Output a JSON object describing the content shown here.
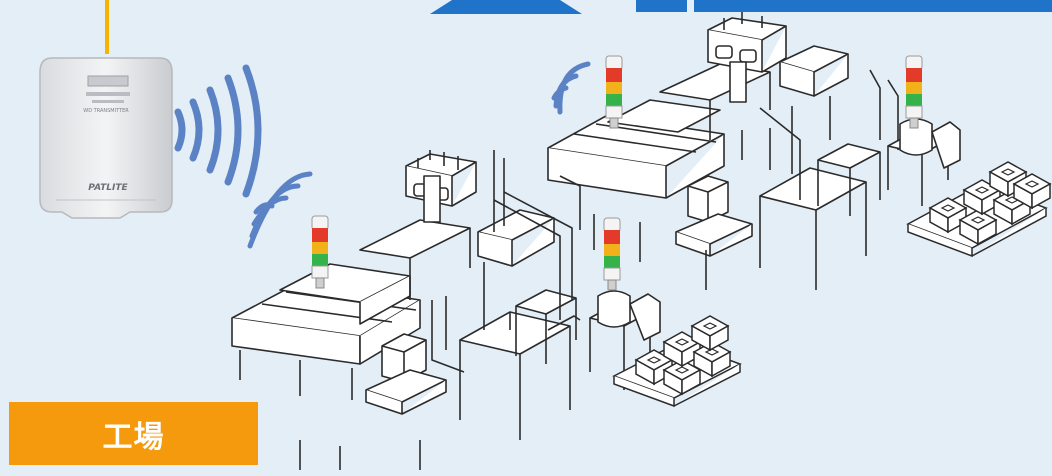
{
  "area_label": "工場",
  "gateway": {
    "brand": "PATLITE",
    "model": "WD TRANSMITTER"
  },
  "colors": {
    "background": "#e3eef6",
    "label_bg": "#f59a0c",
    "label_text": "#ffffff",
    "cable": "#f5b400",
    "wave": "#5b82c4",
    "header_blue": "#1f74c9",
    "machine_line": "#2b2b2b",
    "tower_red": "#e33a2a",
    "tower_amber": "#f2b11a",
    "tower_green": "#35b34a"
  },
  "icons": [
    "wireless-gateway-icon",
    "signal-wave-icon",
    "signal-tower-light-icon",
    "factory-machine-icon",
    "pallet-boxes-icon"
  ]
}
